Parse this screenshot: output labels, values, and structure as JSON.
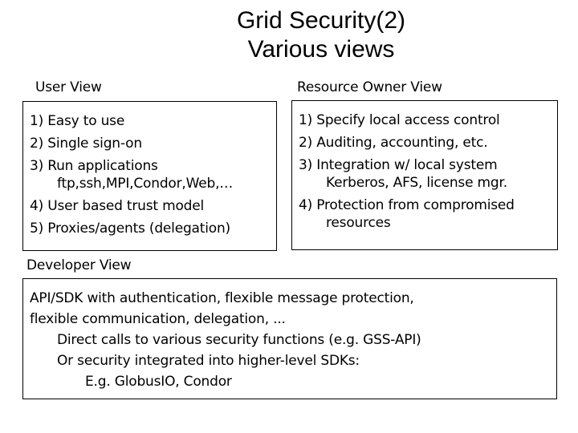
{
  "colors": {
    "background": "#ffffff",
    "text": "#000000",
    "border": "#000000"
  },
  "title": {
    "line1": "Grid Security(2)",
    "line2": "Various views"
  },
  "sections": {
    "user": {
      "label": "User View",
      "lines": [
        "1) Easy to use",
        "2) Single sign-on",
        "3) Run applications",
        "ftp,ssh,MPI,Condor,Web,…",
        "4) User based trust model",
        "5) Proxies/agents (delegation)"
      ]
    },
    "resource": {
      "label": "Resource Owner View",
      "lines": [
        "1) Specify local access control",
        "2) Auditing, accounting, etc.",
        "3) Integration w/ local system",
        "Kerberos, AFS, license mgr.",
        "4) Protection from compromised",
        "resources"
      ]
    },
    "developer": {
      "label": "Developer View",
      "lines": [
        "API/SDK with authentication, flexible message protection,",
        "flexible communication, delegation, ...",
        "Direct calls to various security functions (e.g. GSS-API)",
        "Or security integrated into higher-level SDKs:",
        "E.g. GlobusIO, Condor"
      ]
    }
  }
}
